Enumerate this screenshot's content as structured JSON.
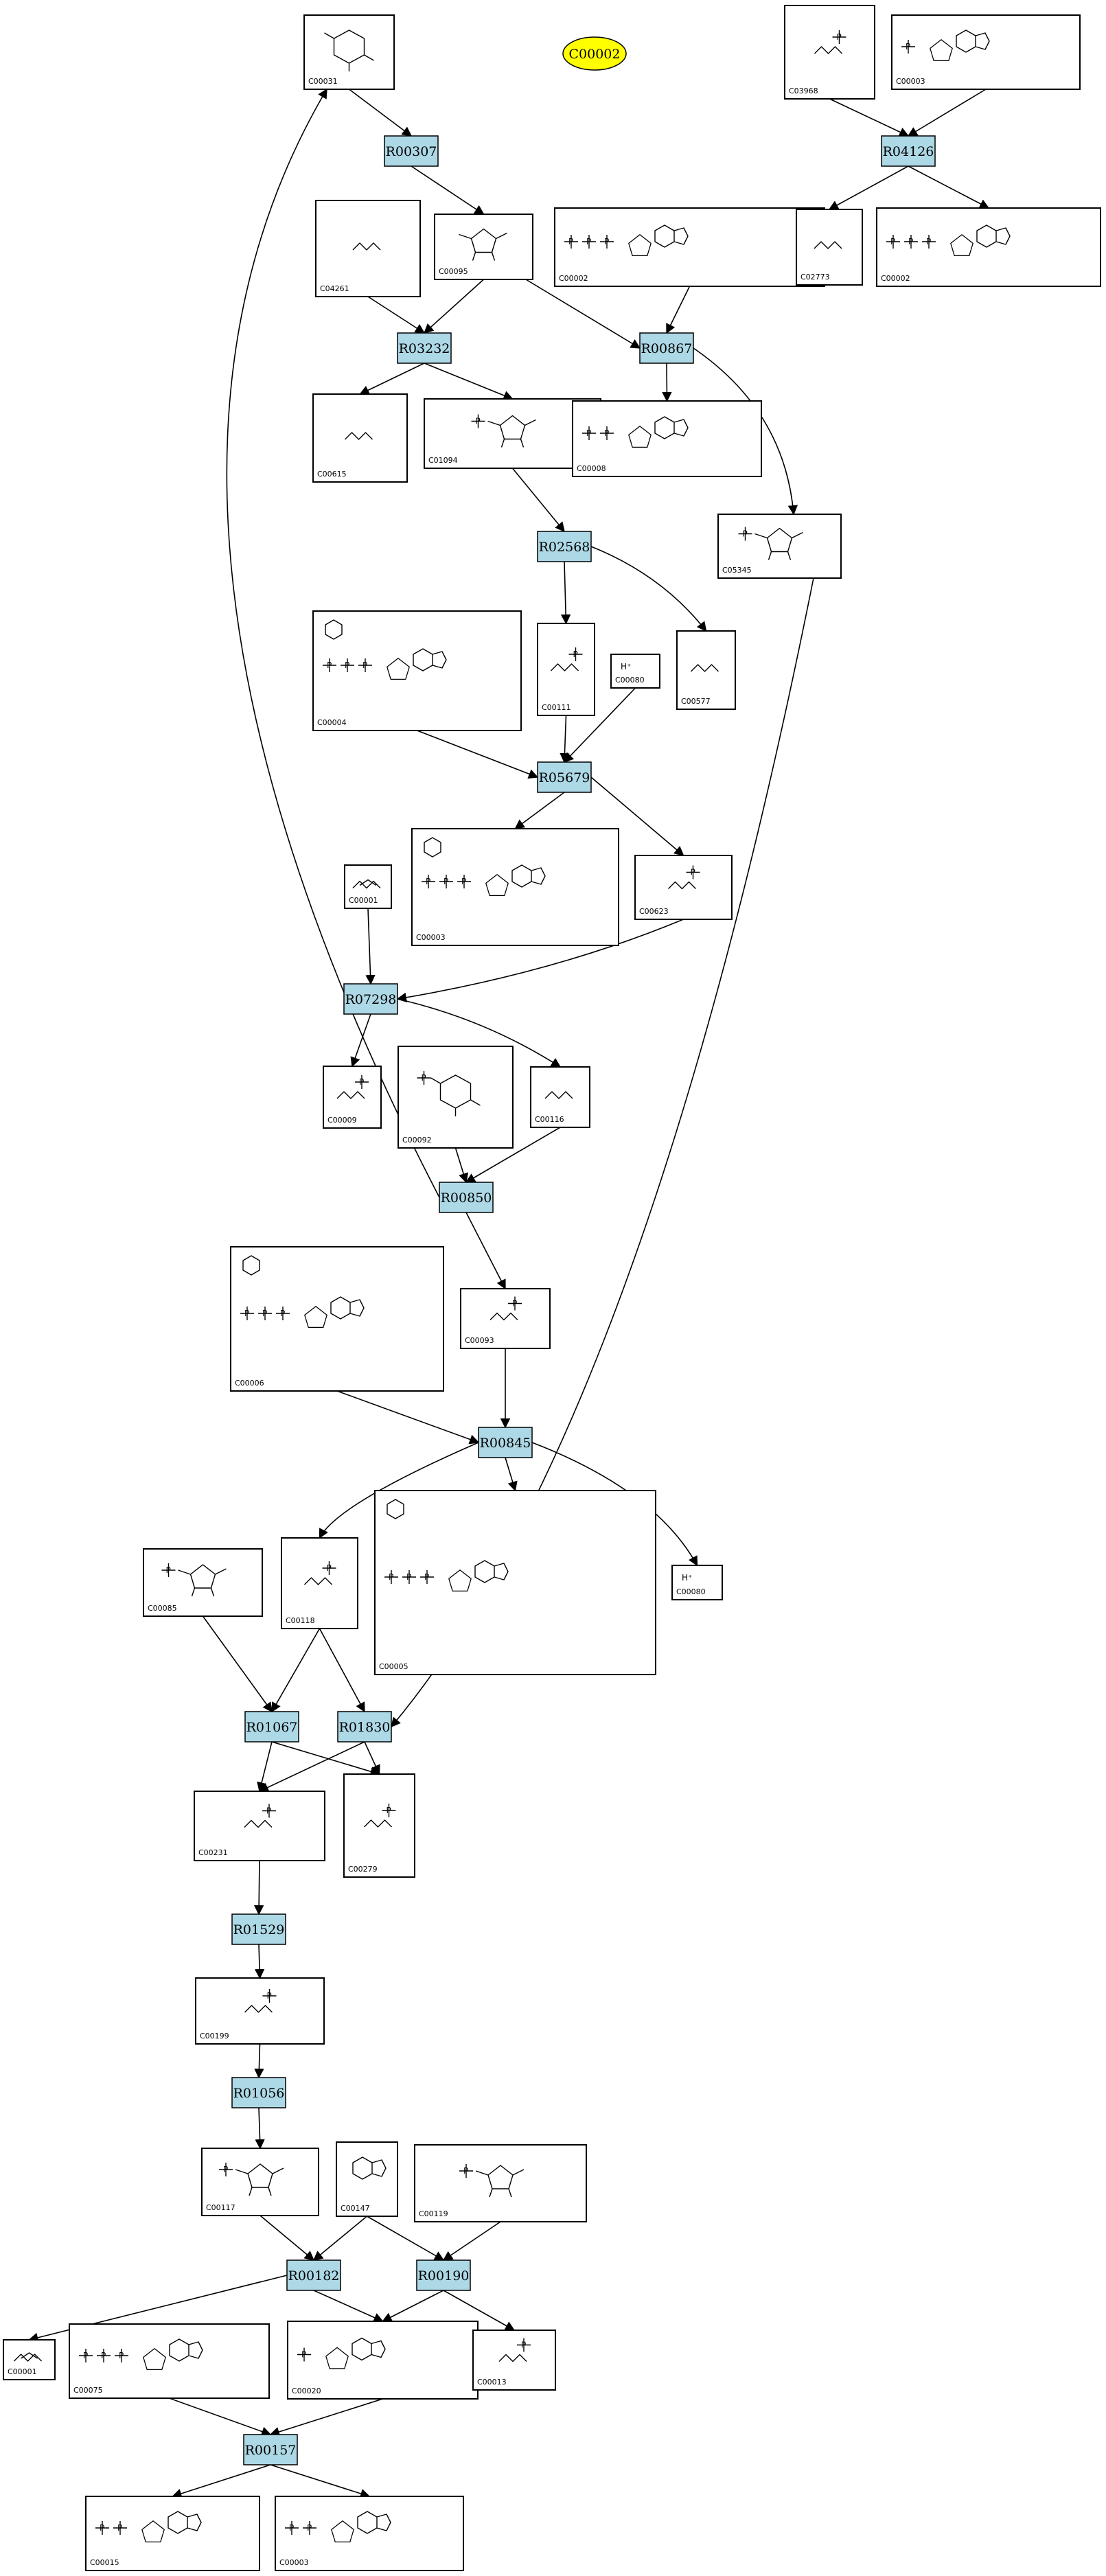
{
  "title": {
    "label": "C00002",
    "fill": "#ffff00"
  },
  "colors": {
    "reaction_fill": "#add8e6",
    "stroke": "#000000"
  },
  "compounds": {
    "C00031": {
      "id": "C00031",
      "mol": "pyranose-ring"
    },
    "C03968": {
      "id": "C03968",
      "mol": "acylglycerol-phosphate"
    },
    "C00003": {
      "id": "C00003",
      "mol": "AMP"
    },
    "C04261": {
      "id": "C04261",
      "mol": "phospho-histidine"
    },
    "C00095": {
      "id": "C00095",
      "mol": "fructofuranose"
    },
    "C00002": {
      "id": "C00002",
      "mol": "ATP"
    },
    "C02773": {
      "id": "C02773",
      "mol": "acylglycerol"
    },
    "C00002b": {
      "id": "C00002",
      "mol": "ATP"
    },
    "C00615": {
      "id": "C00615",
      "mol": "histidine-residue"
    },
    "C01094": {
      "id": "C01094",
      "mol": "fructose-1-phosphate"
    },
    "C00008": {
      "id": "C00008",
      "mol": "ADP"
    },
    "C05345": {
      "id": "C05345",
      "mol": "fructose-6-phosphate"
    },
    "C00004": {
      "id": "C00004",
      "mol": "NADH"
    },
    "C00111": {
      "id": "C00111",
      "mol": "glycerone-phosphate"
    },
    "C00080": {
      "id": "C00080",
      "atom": "H⁺"
    },
    "C00577": {
      "id": "C00577",
      "mol": "glyceraldehyde"
    },
    "C00003b": {
      "id": "C00003",
      "mol": "NAD+"
    },
    "C00623": {
      "id": "C00623",
      "mol": "glycerol-phosphate"
    },
    "C00001": {
      "id": "C00001",
      "mol": "water"
    },
    "C00009": {
      "id": "C00009",
      "mol": "phosphate"
    },
    "C00092": {
      "id": "C00092",
      "mol": "glucose-6-phosphate"
    },
    "C00116": {
      "id": "C00116",
      "mol": "glycerol"
    },
    "C00006": {
      "id": "C00006",
      "mol": "NADP+"
    },
    "C00093": {
      "id": "C00093",
      "mol": "glycerol-3-phosphate"
    },
    "C00085": {
      "id": "C00085",
      "mol": "fructose-6-phosphate"
    },
    "C00118": {
      "id": "C00118",
      "mol": "glyceraldehyde-3-phosphate"
    },
    "C00005": {
      "id": "C00005",
      "mol": "NADPH"
    },
    "C00080b": {
      "id": "C00080",
      "atom": "H⁺"
    },
    "C00231": {
      "id": "C00231",
      "mol": "xylulose-5-phosphate"
    },
    "C00279": {
      "id": "C00279",
      "mol": "erythrose-4-phosphate"
    },
    "C00199": {
      "id": "C00199",
      "mol": "ribulose-5-phosphate"
    },
    "C00117": {
      "id": "C00117",
      "mol": "ribose-5-phosphate"
    },
    "C00147": {
      "id": "C00147",
      "mol": "adenine"
    },
    "C00119": {
      "id": "C00119",
      "mol": "PRPP"
    },
    "C00001b": {
      "id": "C00001",
      "mol": "water"
    },
    "C00075": {
      "id": "C00075",
      "mol": "UTP"
    },
    "C00020": {
      "id": "C00020",
      "mol": "AMP"
    },
    "C00013": {
      "id": "C00013",
      "mol": "diphosphate"
    },
    "C00015": {
      "id": "C00015",
      "mol": "UDP"
    },
    "C00003c": {
      "id": "C00003",
      "mol": "ADP"
    }
  },
  "reactions": {
    "R00307": "R00307",
    "R04126": "R04126",
    "R03232": "R03232",
    "R00867": "R00867",
    "R02568": "R02568",
    "R05679": "R05679",
    "R07298": "R07298",
    "R00850": "R00850",
    "R00845": "R00845",
    "R01067": "R01067",
    "R01830": "R01830",
    "R01529": "R01529",
    "R01056": "R01056",
    "R00182": "R00182",
    "R00190": "R00190",
    "R00157": "R00157"
  }
}
